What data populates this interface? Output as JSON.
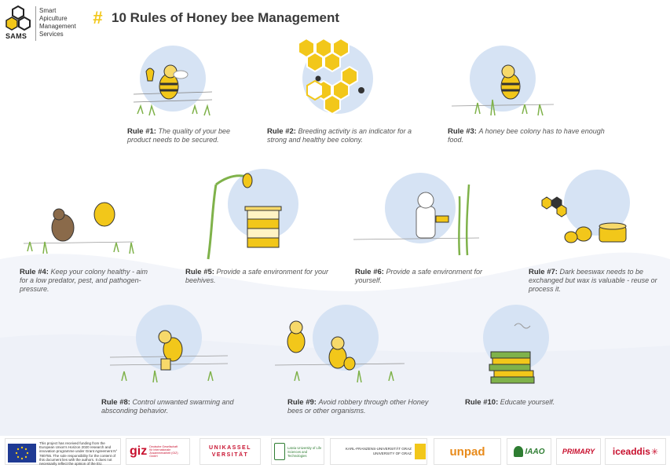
{
  "header": {
    "logo_abbr": "SAMS",
    "logo_name": [
      "Smart",
      "Apiculture",
      "Management",
      "Services"
    ],
    "title_mark": "#",
    "title": "10 Rules of Honey bee Management"
  },
  "rules": [
    {
      "label": "Rule #1:",
      "text": "The quality of your bee product needs to be secured."
    },
    {
      "label": "Rule #2:",
      "text": "Breeding activity is an indicator for a strong and healthy bee colony."
    },
    {
      "label": "Rule #3:",
      "text": "A honey bee colony has to have enough food."
    },
    {
      "label": "Rule #4:",
      "text": "Keep your colony healthy - aim for a low predator, pest, and pathogen- pressure."
    },
    {
      "label": "Rule #5:",
      "text": "Provide a safe environment for your beehives."
    },
    {
      "label": "Rule #6:",
      "text": "Provide a safe environment for yourself."
    },
    {
      "label": "Rule #7:",
      "text": "Dark beeswax needs to be exchanged but wax is valuable - reuse or process it."
    },
    {
      "label": "Rule #8:",
      "text": "Control unwanted swarming and absconding behavior."
    },
    {
      "label": "Rule #9:",
      "text": "Avoid robbery through other Honey bees or other organisms."
    },
    {
      "label": "Rule #10:",
      "text": "Educate yourself."
    }
  ],
  "footer": {
    "eu_text": "This project has received funding from the European Union's Horizon 2020 research and innovation programme under Grant Agreement N° 780755. The sole responsibility for the content of this document lies with the authors. It does not necessarily reflect the opinion of the EU.",
    "partners": [
      {
        "name": "giz",
        "sub": "Deutsche Gesellschaft für Internationale Zusammenarbeit (GIZ) GmbH"
      },
      {
        "name": "UNIKASSEL VERSITÄT",
        "sub": ""
      },
      {
        "name": "Latvia University of Life Sciences and Technologies",
        "sub": ""
      },
      {
        "name": "KARL-FRANZENS-UNIVERSITÄT GRAZ",
        "sub": "UNIVERSITY OF GRAZ"
      },
      {
        "name": "unpad",
        "sub": ""
      },
      {
        "name": "IAAO",
        "sub": ""
      },
      {
        "name": "PRIMARY",
        "sub": ""
      },
      {
        "name": "iceaddis",
        "sub": ""
      }
    ]
  },
  "colors": {
    "yellow": "#f2c71a",
    "blue_circle": "#d6e3f4",
    "text": "#3a3a3a",
    "green": "#7fb24a"
  }
}
